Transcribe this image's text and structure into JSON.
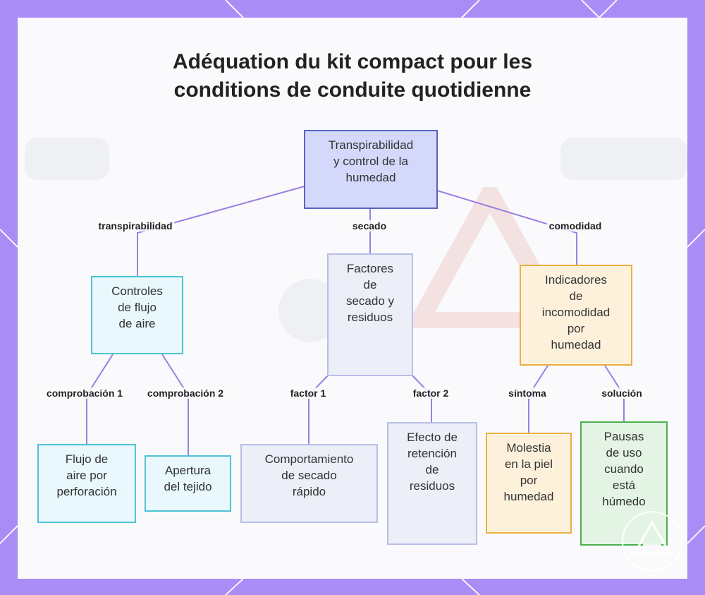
{
  "title": {
    "line1": "Adéquation du kit compact pour les",
    "line2": "conditions de conduite quotidienne"
  },
  "nodes": {
    "root": [
      "Transpirabilidad",
      "y control de la",
      "humedad"
    ],
    "airflow_controls": [
      "Controles",
      "de flujo",
      "de aire"
    ],
    "drying_factors": [
      "Factores",
      "de",
      "secado y",
      "residuos"
    ],
    "discomfort_indicators": [
      "Indicadores",
      "de",
      "incomodidad",
      "por",
      "humedad"
    ],
    "perforation_airflow": [
      "Flujo de",
      "aire por",
      "perforación"
    ],
    "fabric_opening": [
      "Apertura",
      "del tejido"
    ],
    "fast_drying": [
      "Comportamiento",
      "de secado",
      "rápido"
    ],
    "residue_retention": [
      "Efecto de",
      "retención",
      "de",
      "residuos"
    ],
    "skin_discomfort": [
      "Molestia",
      "en la piel",
      "por",
      "humedad"
    ],
    "wet_breaks": [
      "Pausas",
      "de uso",
      "cuando",
      "está",
      "húmedo"
    ]
  },
  "edge_labels": {
    "breathability": "transpirabilidad",
    "drying": "secado",
    "comfort": "comodidad",
    "check1": "comprobación 1",
    "check2": "comprobación 2",
    "factor1": "factor 1",
    "factor2": "factor 2",
    "symptom": "síntoma",
    "solution": "solución"
  },
  "colors": {
    "frame": "#a98cf5",
    "edge": "#9b7fe0",
    "root_border": "#5865c0",
    "cyan_border": "#4fc3d8",
    "lavender_border": "#b8bee8",
    "orange_border": "#eab040",
    "green_border": "#4caf50"
  }
}
